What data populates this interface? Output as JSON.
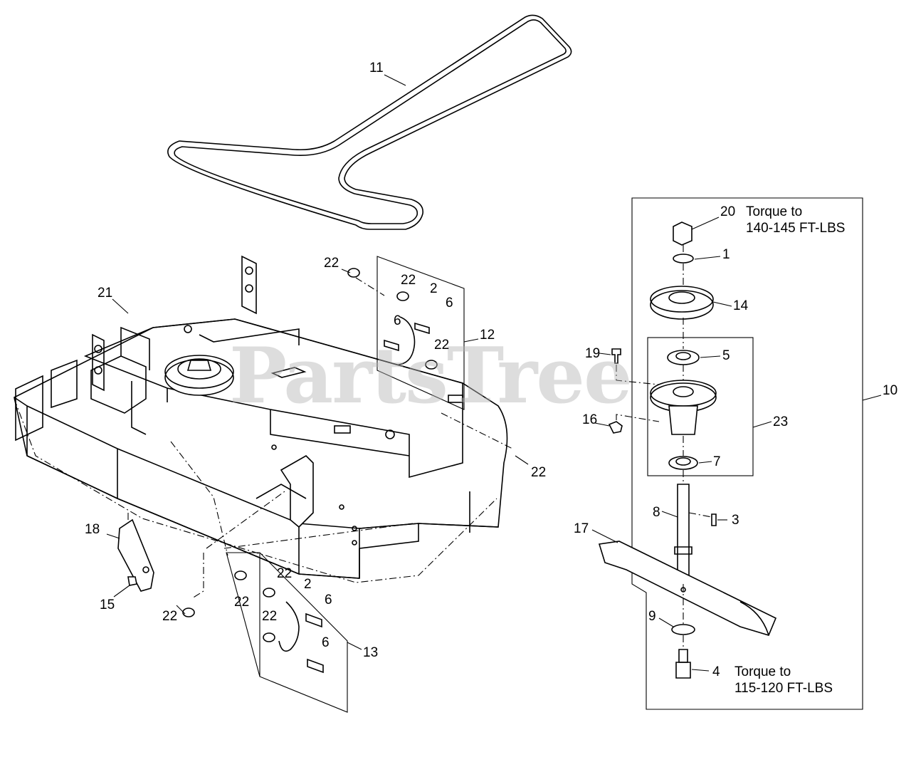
{
  "watermark": "PartsTree",
  "callouts": {
    "c1": "1",
    "c2a": "2",
    "c2b": "2",
    "c3": "3",
    "c4": "4",
    "c5": "5",
    "c6a": "6",
    "c6b": "6",
    "c6c": "6",
    "c6d": "6",
    "c7": "7",
    "c8": "8",
    "c9": "9",
    "c10": "10",
    "c11": "11",
    "c12": "12",
    "c13": "13",
    "c14": "14",
    "c15": "15",
    "c16": "16",
    "c17": "17",
    "c18": "18",
    "c19": "19",
    "c20": "20",
    "c21": "21",
    "c22a": "22",
    "c22b": "22",
    "c22c": "22",
    "c22d": "22",
    "c22e": "22",
    "c22f": "22",
    "c22g": "22",
    "c22h": "22",
    "c23": "23"
  },
  "notes": {
    "nut_torque_line1": "Torque to",
    "nut_torque_line2": "140-145 FT-LBS",
    "bolt_torque_line1": "Torque to",
    "bolt_torque_line2": "115-120 FT-LBS"
  },
  "icons": {
    "belt": "drive-belt-icon",
    "deck": "mower-deck-icon",
    "spindle": "spindle-assembly-icon",
    "blade": "mower-blade-icon"
  }
}
